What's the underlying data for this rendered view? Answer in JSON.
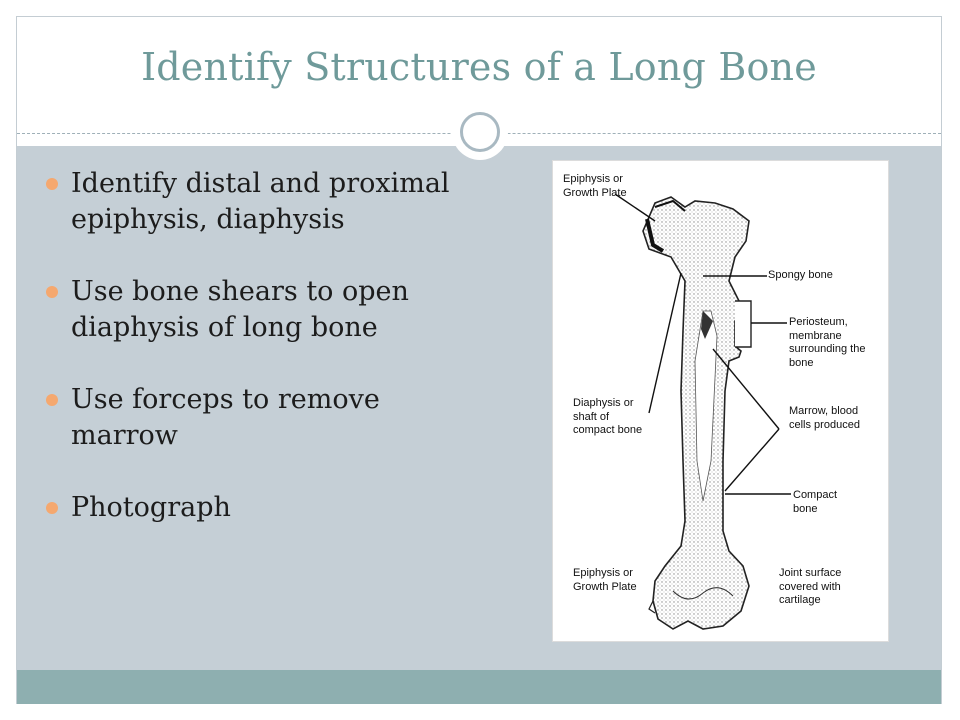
{
  "slide": {
    "title": "Identify Structures of a Long Bone",
    "bullets": [
      "Identify distal and proximal epiphysis, diaphysis",
      "Use bone shears to open diaphysis of long bone",
      "Use forceps to remove marrow",
      "Photograph"
    ]
  },
  "figure": {
    "labels": {
      "epiphysis_top": "Epiphysis or\nGrowth Plate",
      "spongy_bone": "Spongy bone",
      "periosteum": "Periosteum,\nmembrane\nsurrounding the\nbone",
      "diaphysis": "Diaphysis or\nshaft of\ncompact bone",
      "marrow": "Marrow, blood\ncells produced",
      "compact_bone": "Compact\nbone",
      "epiphysis_bottom": "Epiphysis or\nGrowth Plate",
      "joint_surface": "Joint surface\ncovered with\ncartilage"
    }
  },
  "colors": {
    "title": "#6f9a9a",
    "body_background": "#c5cfd6",
    "footer_band": "#8eafb0",
    "bullet": "#f5a86f"
  }
}
